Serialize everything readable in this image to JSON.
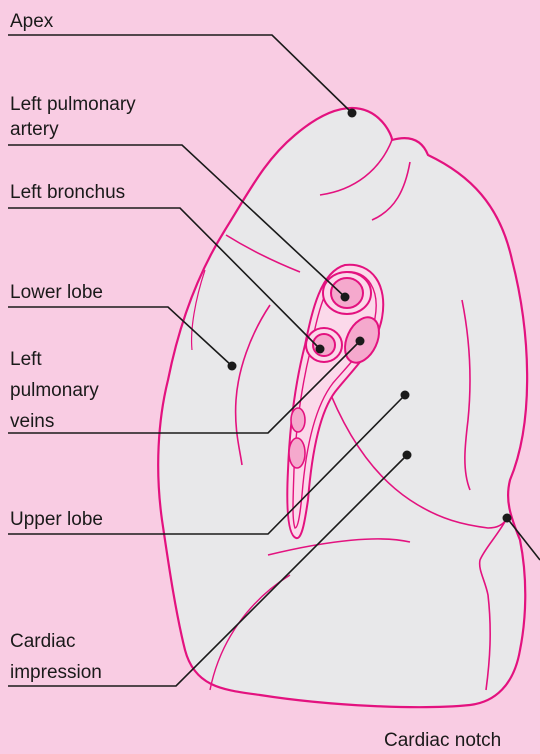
{
  "colors": {
    "background": "#f9cce3",
    "outline": "#e3127f",
    "lung_fill": "#e8e8ea",
    "hilum_fill": "#fbd9ea",
    "vessel_fill": "#f5a9cd",
    "leader_line": "#1a1a1a"
  },
  "labels": {
    "apex": "Apex",
    "left_pulmonary_artery": [
      "Left pulmonary",
      "artery"
    ],
    "left_bronchus": "Left bronchus",
    "lower_lobe": "Lower lobe",
    "left_pulmonary_veins": [
      "Left",
      "pulmonary",
      "veins"
    ],
    "upper_lobe": "Upper lobe",
    "cardiac_impression": [
      "Cardiac",
      "impression"
    ],
    "cardiac_notch": "Cardiac notch"
  }
}
